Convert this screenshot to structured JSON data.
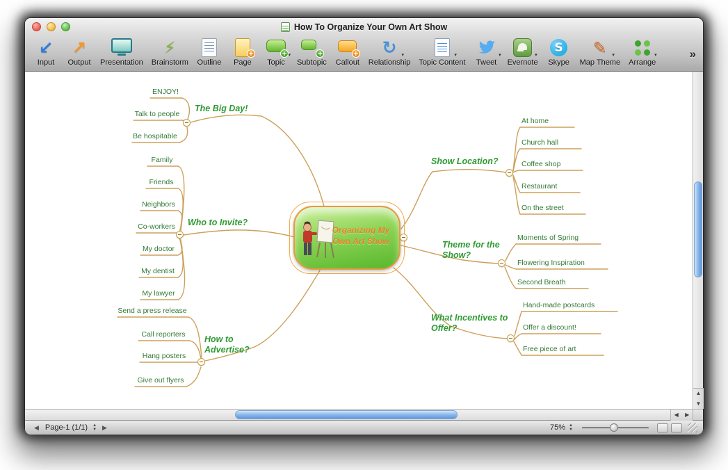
{
  "window": {
    "title": "How To Organize Your Own Art Show"
  },
  "toolbar": {
    "overflow": "»",
    "items": [
      {
        "label": "Input",
        "icon": "input-arrow-icon",
        "dropdown": false
      },
      {
        "label": "Output",
        "icon": "output-arrow-icon",
        "dropdown": false
      },
      {
        "label": "Presentation",
        "icon": "presentation-screen-icon",
        "dropdown": false
      },
      {
        "label": "Brainstorm",
        "icon": "brainstorm-lightning-icon",
        "dropdown": false
      },
      {
        "label": "Outline",
        "icon": "outline-document-icon",
        "dropdown": false
      },
      {
        "label": "Page",
        "icon": "page-add-icon",
        "dropdown": false
      },
      {
        "label": "Topic",
        "icon": "topic-add-icon",
        "dropdown": true
      },
      {
        "label": "Subtopic",
        "icon": "subtopic-add-icon",
        "dropdown": false
      },
      {
        "label": "Callout",
        "icon": "callout-add-icon",
        "dropdown": false
      },
      {
        "label": "Relationship",
        "icon": "relationship-arrow-icon",
        "dropdown": true
      },
      {
        "label": "Topic Content",
        "icon": "topic-content-document-icon",
        "dropdown": true
      },
      {
        "label": "Tweet",
        "icon": "twitter-bird-icon",
        "dropdown": true
      },
      {
        "label": "Evernote",
        "icon": "evernote-elephant-icon",
        "dropdown": true
      },
      {
        "label": "Skype",
        "icon": "skype-icon",
        "dropdown": false
      },
      {
        "label": "Map Theme",
        "icon": "map-theme-pencil-icon",
        "dropdown": true
      },
      {
        "label": "Arrange",
        "icon": "arrange-layout-icon",
        "dropdown": true
      }
    ]
  },
  "map": {
    "center": "Organizing My Own Art Show",
    "left": [
      {
        "label": "The Big Day!",
        "children": [
          "ENJOY!",
          "Talk to people",
          "Be hospitable"
        ]
      },
      {
        "label": "Who to Invite?",
        "children": [
          "Family",
          "Friends",
          "Neighbors",
          "Co-workers",
          "My doctor",
          "My dentist",
          "My lawyer"
        ]
      },
      {
        "label": "How to Advertise?",
        "children": [
          "Send a press release",
          "Call reporters",
          "Hang posters",
          "Give out flyers"
        ]
      }
    ],
    "right": [
      {
        "label": "Show Location?",
        "children": [
          "At home",
          "Church hall",
          "Coffee shop",
          "Restaurant",
          "On the street"
        ]
      },
      {
        "label": "Theme for the Show?",
        "children": [
          "Moments of Spring",
          "Flowering Inspiration",
          "Second Breath"
        ]
      },
      {
        "label": "What Incentives to Offer?",
        "children": [
          "Hand-made postcards",
          "Offer a discount!",
          "Free piece of art"
        ]
      }
    ]
  },
  "statusbar": {
    "page": "Page-1 (1/1)",
    "zoom": "75%"
  },
  "colors": {
    "branch_line": "#CDA05A",
    "main_topic_text": "#2E9B32",
    "subtopic_text": "#337A36",
    "center_node_text": "#E8832C",
    "center_node_fill_top": "#CDF0A0",
    "center_node_fill_bottom": "#58B72D",
    "selection_orange": "#F2A94C"
  }
}
